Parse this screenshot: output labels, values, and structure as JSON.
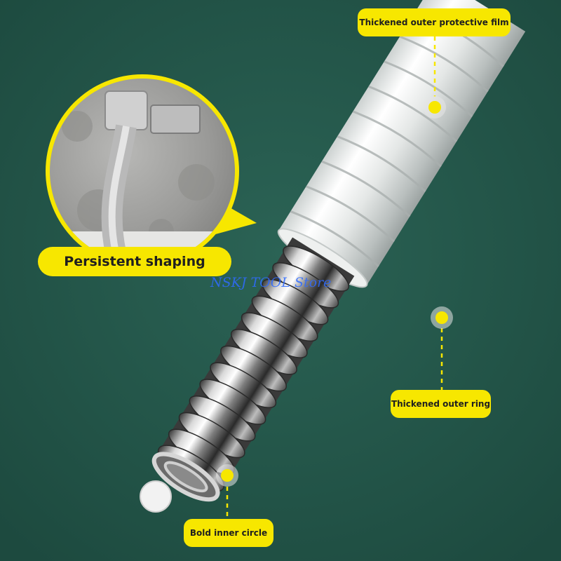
{
  "callouts": {
    "outer_film": "Thickened outer protective film",
    "outer_ring": "Thickened outer ring",
    "inner_circle": "Bold inner circle",
    "shaping": "Persistent shaping"
  },
  "watermark": "NSKJ TOOL Store",
  "colors": {
    "background": "#245a4c",
    "accent_yellow": "#f7e700"
  }
}
